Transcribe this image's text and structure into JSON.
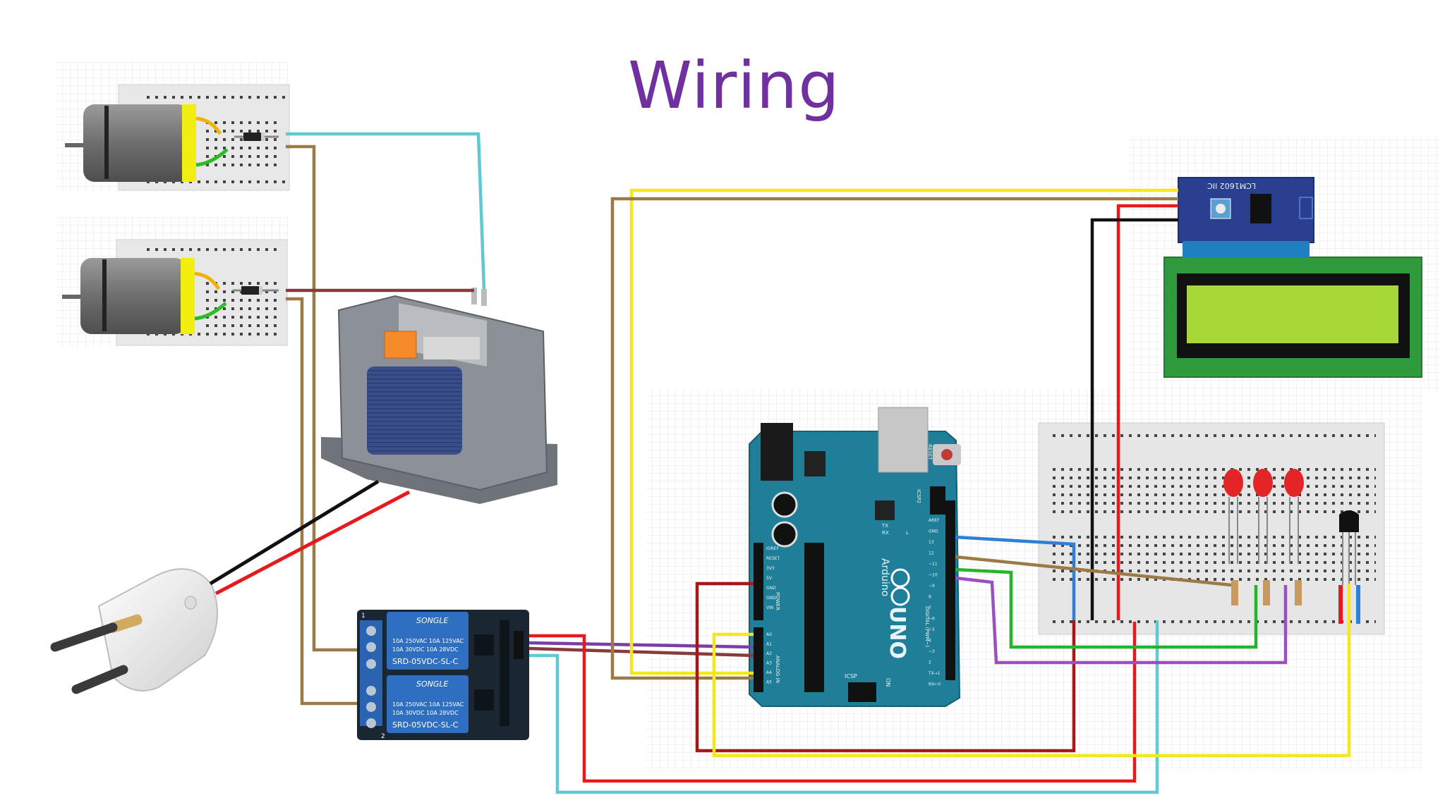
{
  "page": {
    "title": "Wiring"
  },
  "arduino": {
    "model": "UNO",
    "brand": "Arduino",
    "header_labels": [
      "AREF",
      "GND",
      "13",
      "12",
      "~11",
      "~10",
      "~9",
      "8",
      "7",
      "~6",
      "~5",
      "4",
      "~3",
      "2",
      "TX→1",
      "RX←0"
    ],
    "power_labels": [
      "IOREF",
      "RESET",
      "3V3",
      "5V",
      "GND",
      "GND",
      "VIN"
    ],
    "analog_labels": [
      "A0",
      "A1",
      "A2",
      "A3",
      "A4",
      "A5"
    ],
    "icsp_label": "ICSP",
    "icsp2_label": "ICSP2",
    "reset_label": "RESET",
    "on_label": "ON",
    "tx_label": "TX",
    "rx_label": "RX",
    "l_label": "L",
    "digital_label": "DIGITAL (PWM~)",
    "power_group_label": "POWER",
    "analog_group_label": "ANALOG IN"
  },
  "relay": {
    "brand": "SONGLE",
    "spec_line1": "10A 250VAC  10A 125VAC",
    "spec_line2": "10A  30VDC  10A  28VDC",
    "model": "SRD-05VDC-SL-C",
    "channel_1": "1",
    "channel_2": "2"
  },
  "lcd": {
    "module_label": "LCM1602 IIC"
  },
  "colors": {
    "title": "#7030a0",
    "wire_yellow": "#f4e81c",
    "wire_brown": "#9c7a45",
    "wire_cyan": "#5fc8d0",
    "wire_red": "#e8191b",
    "wire_darkred": "#a61818",
    "wire_black": "#111111",
    "wire_purple": "#9c4fc0",
    "wire_green": "#25b52a",
    "wire_blue": "#2f7fd6",
    "arduino_board": "#1f7e98",
    "breadboard": "#e6e6e6",
    "lcd_screen": "#a8d838",
    "relay_board": "#1a2732"
  }
}
